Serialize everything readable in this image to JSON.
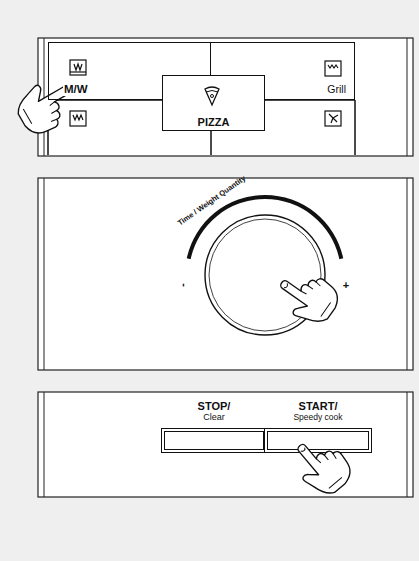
{
  "diagram": {
    "nodes": [
      {
        "text": [
          "M/W"
        ]
      },
      {
        "text": [
          "Grill"
        ]
      },
      {
        "text": [
          "PIZZA"
        ]
      },
      {
        "text": [
          "Time / Weight Quantity",
          "-",
          "+"
        ]
      },
      {
        "text": [
          "STOP/",
          "Clear"
        ]
      },
      {
        "text": [
          "START/",
          "Speedy cook"
        ]
      }
    ]
  }
}
